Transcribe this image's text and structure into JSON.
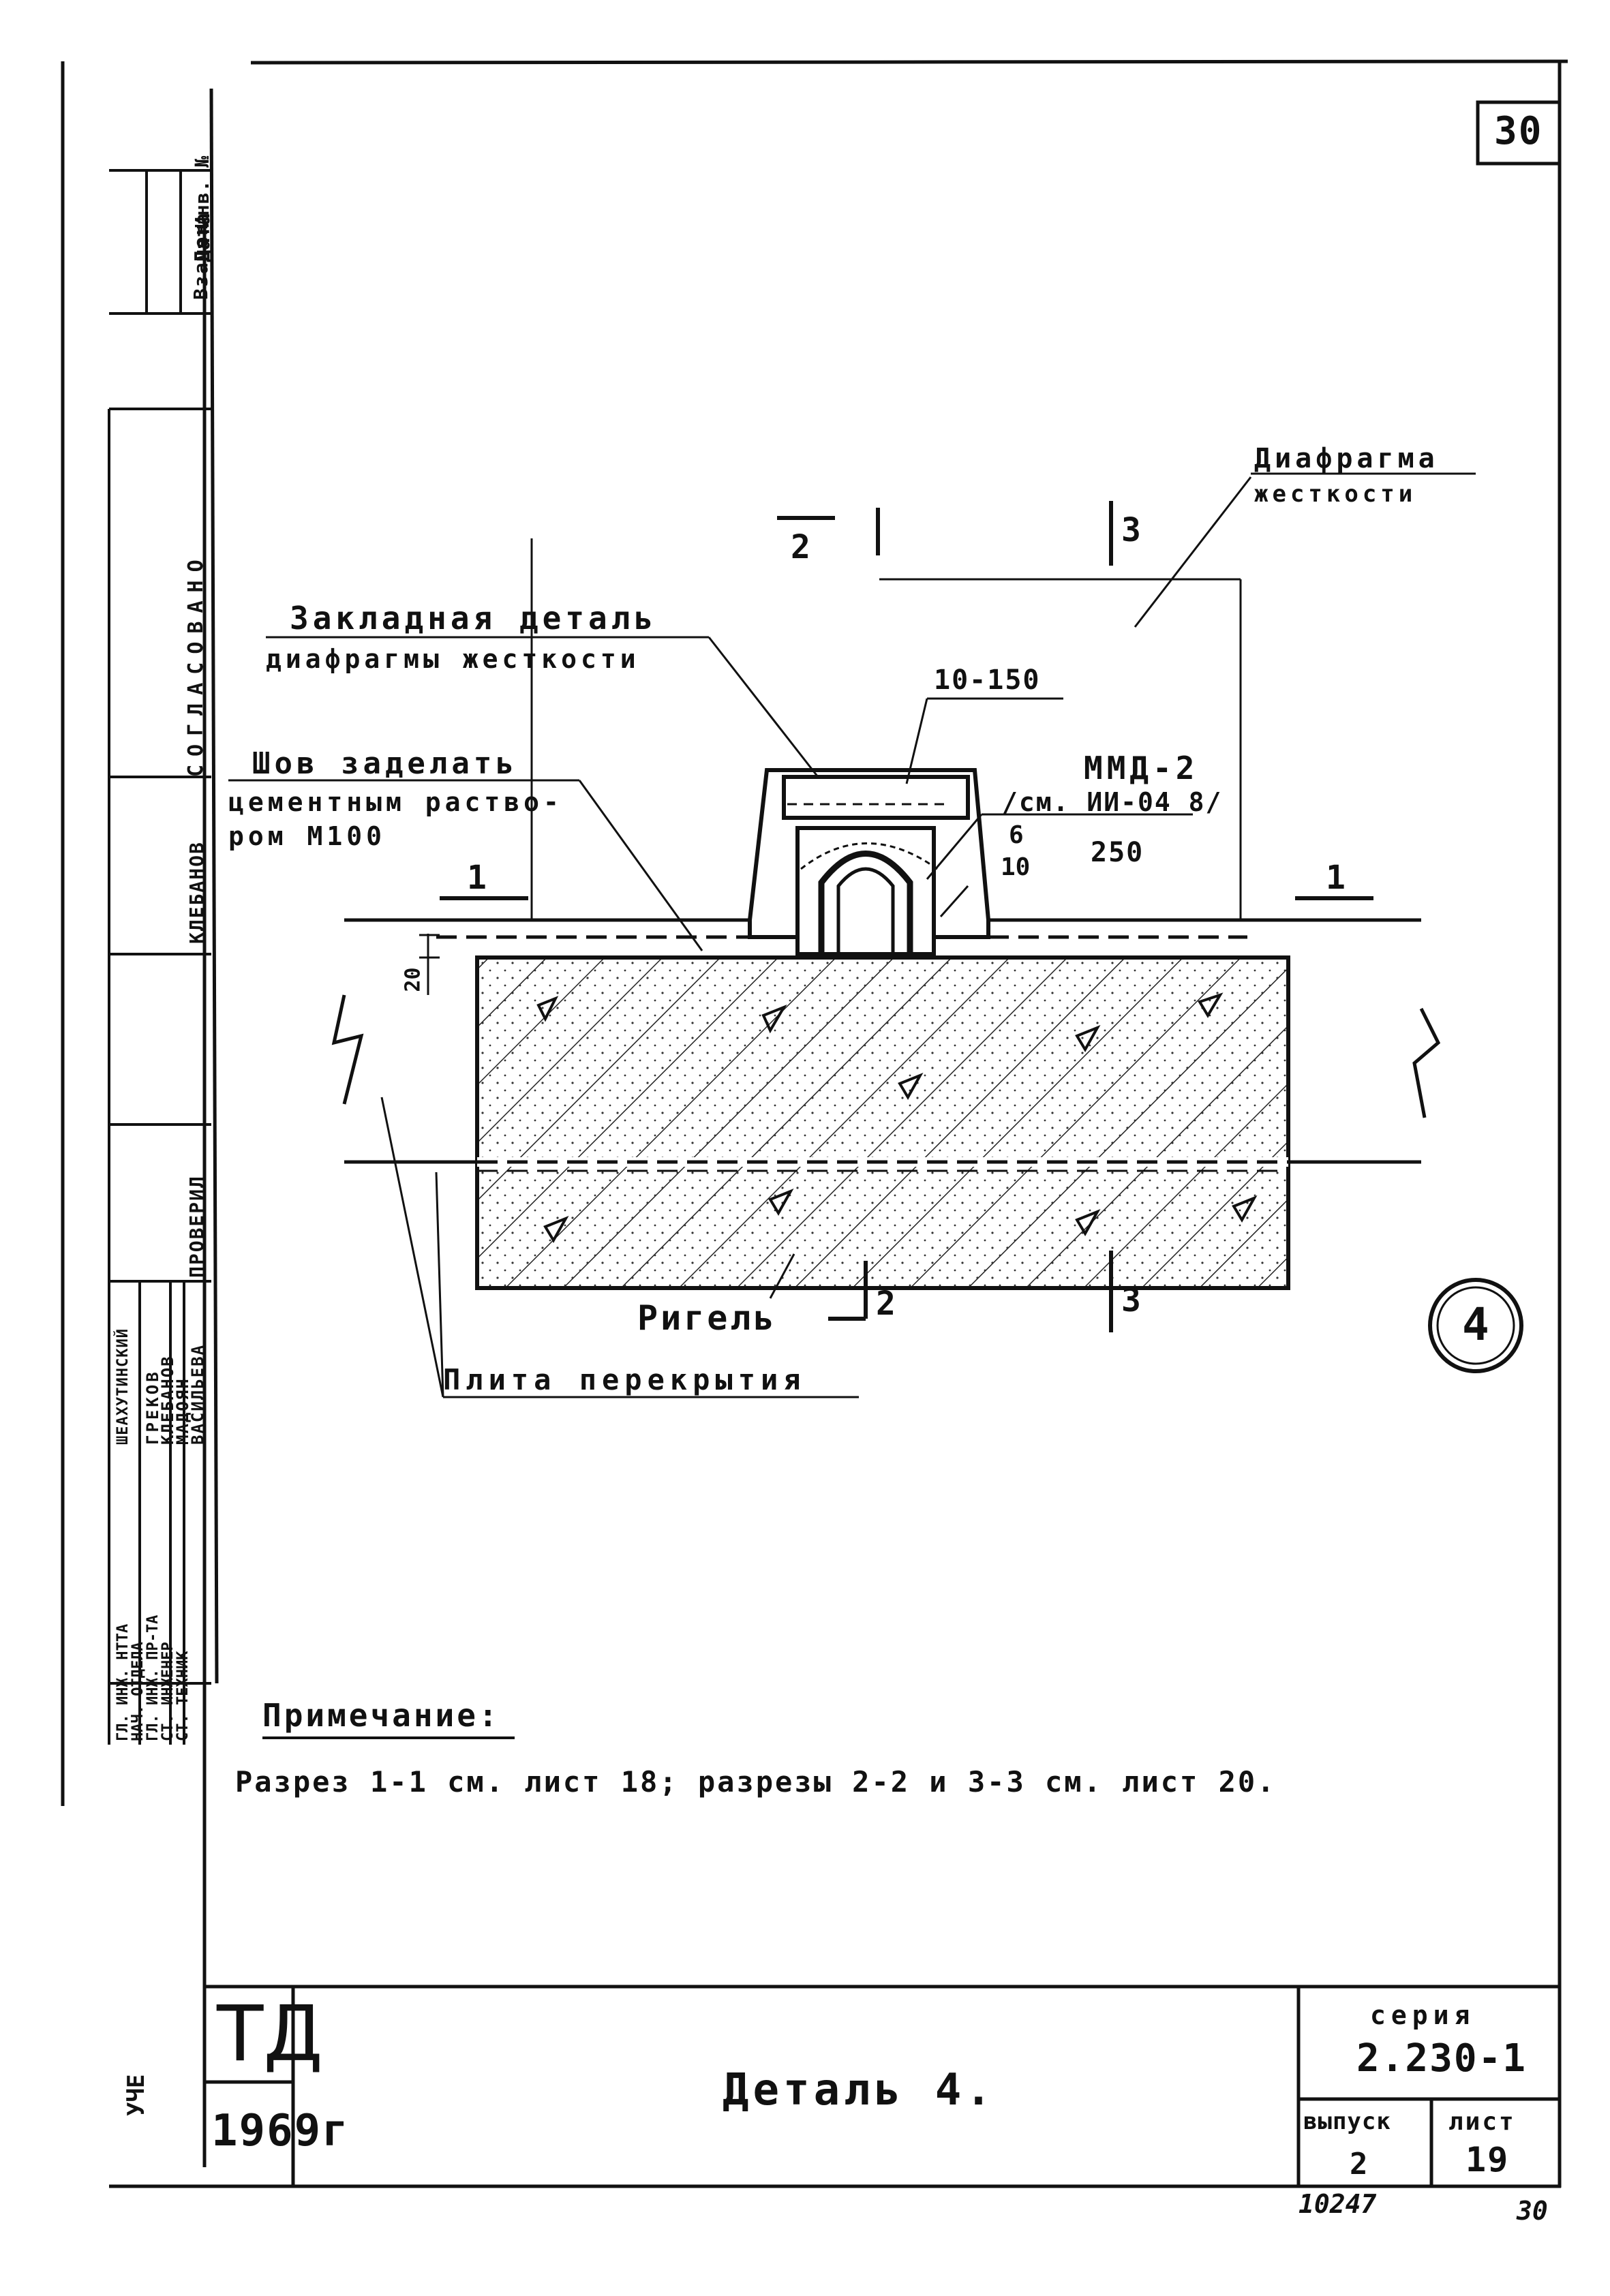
{
  "sheet_number_top": "30",
  "labels": {
    "diaphragm_title": "Диафрагма",
    "diaphragm_sub": "жесткости",
    "embedded_l1": "Закладная деталь",
    "embedded_l2": "диафрагмы жесткости",
    "seam_l1": "Шов заделать",
    "seam_l2": "цементным раство-",
    "seam_l3": "ром М100",
    "weld_spec": "10-150",
    "mmd_l1": "ММД-2",
    "mmd_l2": "/см. ИИ-04 8/",
    "weld_frac_top": "6",
    "weld_frac_bottom": "10",
    "weld_pitch": "250",
    "dim_20": "20",
    "rigel": "Ригель",
    "slab": "Плита перекрытия",
    "detail_circle": "4",
    "cut_1": "1",
    "cut_2": "2",
    "cut_3": "3"
  },
  "note": {
    "title": "Примечание:",
    "text": "Разрез 1-1 см. лист 18; разрезы 2-2 и 3-3 см. лист 20."
  },
  "title_block": {
    "org": "ТД",
    "year": "1969г",
    "title": "Деталь 4.",
    "series_label": "серия",
    "series_value": "2.230-1",
    "issue_label": "выпуск",
    "issue_value": "2",
    "sheet_label": "лист",
    "sheet_value": "19",
    "archive_number": "10247",
    "page_number": "30",
    "side_code": "УЧЕ"
  },
  "side_stamp": {
    "soglasovano": "СОГЛАСОВАНО",
    "date": "Дата",
    "inv": "Инв. №",
    "vzamen": "Взамен",
    "roles": [
      "ГЛ. ИНЖ. НТТА",
      "НАЧ. ОТДЕЛА",
      "ГЛ. ИНЖ. ПР-ТА",
      "СТ. ИНЖЕНЕР",
      "СТ. ТЕХНИК"
    ],
    "names": [
      "ШЕАХУТИНСКИЙ",
      "ГРЕКОВ",
      "КЛЕБАНОВ",
      "МАДОЯН",
      "ВАСИЛЬЕВА"
    ],
    "checked": "ПРОВЕРИЛ",
    "klebanov": "КЛЕБАНОВ"
  }
}
